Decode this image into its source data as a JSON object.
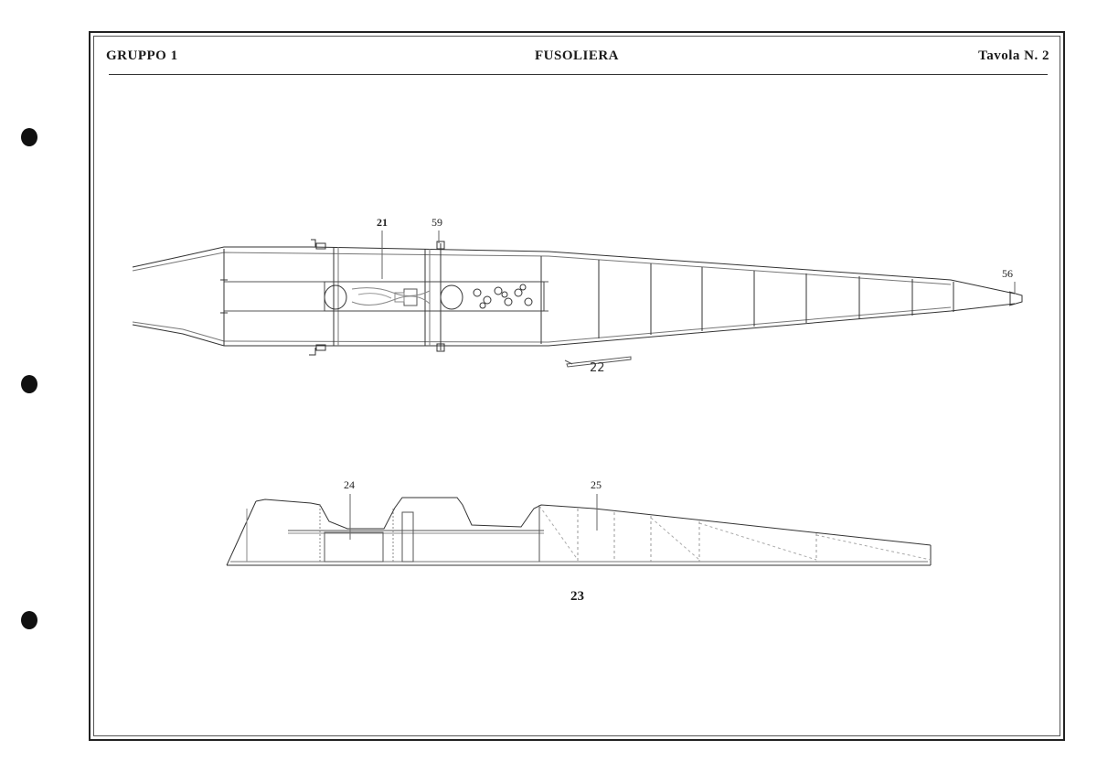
{
  "header": {
    "left": "GRUPPO 1",
    "center": "FUSOLIERA",
    "right": "Tavola N. 2"
  },
  "figures": {
    "top_view": {
      "callouts": {
        "c21": "21",
        "c59": "59",
        "c56": "56",
        "c22": "22"
      }
    },
    "side_view": {
      "callouts": {
        "c24": "24",
        "c25": "25"
      },
      "figure_number": "23"
    }
  }
}
